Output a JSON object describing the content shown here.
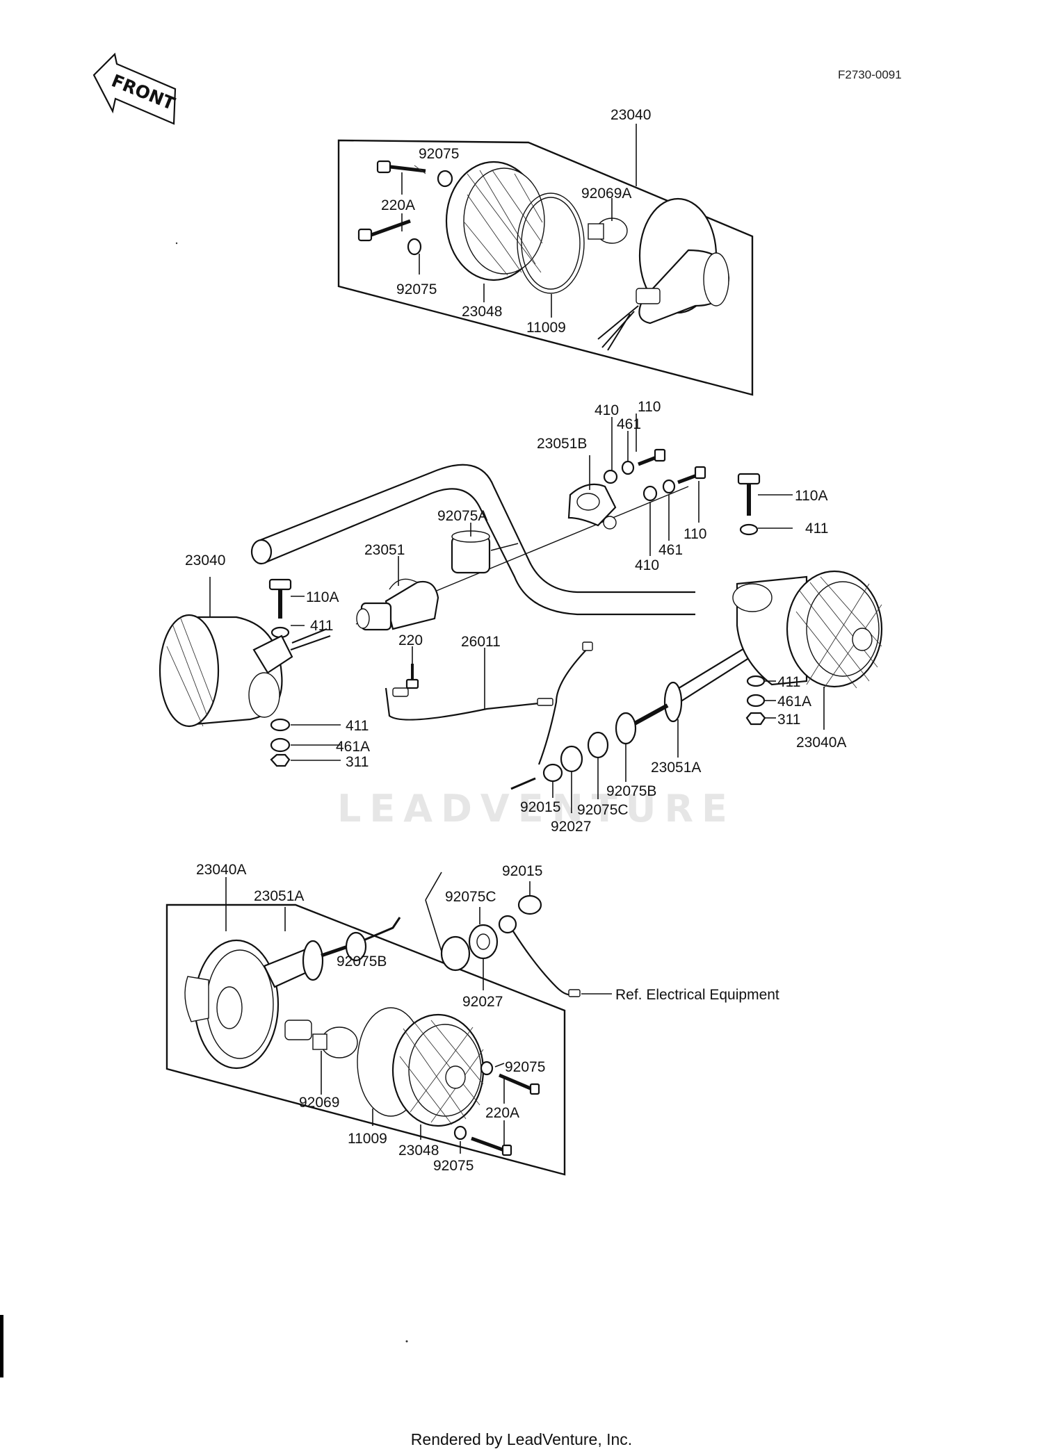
{
  "diagram_code": "F2730-0091",
  "front_arrow_text": "FRONT",
  "reference_note": "Ref.  Electrical Equipment",
  "watermark": "LEADVENTURE",
  "footer": "Rendered by LeadVenture, Inc.",
  "labels": {
    "p23040_top": "23040",
    "p92075_top1": "92075",
    "p220A_top": "220A",
    "p92069A": "92069A",
    "p92075_top2": "92075",
    "p23048_top": "23048",
    "p11009_top": "11009",
    "p410_a": "410",
    "p461_a": "461",
    "p110_a": "110",
    "p23051B": "23051B",
    "p92075A": "92075A",
    "p110_b": "110",
    "p461_b": "461",
    "p410_b": "410",
    "p110A_r": "110A",
    "p411_r": "411",
    "p23040_left": "23040",
    "p23051": "23051",
    "p110A_l": "110A",
    "p411_l1": "411",
    "p220": "220",
    "p26011": "26011",
    "p411_l2": "411",
    "p461A_l": "461A",
    "p311_l": "311",
    "p411_r2": "411",
    "p461A_r": "461A",
    "p311_r": "311",
    "p23040A_r": "23040A",
    "p23051A_mid": "23051A",
    "p92075B_mid": "92075B",
    "p92075C_mid": "92075C",
    "p92015_mid": "92015",
    "p92027_mid": "92027",
    "p23040A_bot": "23040A",
    "p23051A_bot": "23051A",
    "p92015_bot": "92015",
    "p92075C_bot": "92075C",
    "p92075B_bot": "92075B",
    "p92027_bot": "92027",
    "p92069": "92069",
    "p92075_bot1": "92075",
    "p220A_bot": "220A",
    "p11009_bot": "11009",
    "p23048_bot": "23048",
    "p92075_bot2": "92075"
  }
}
